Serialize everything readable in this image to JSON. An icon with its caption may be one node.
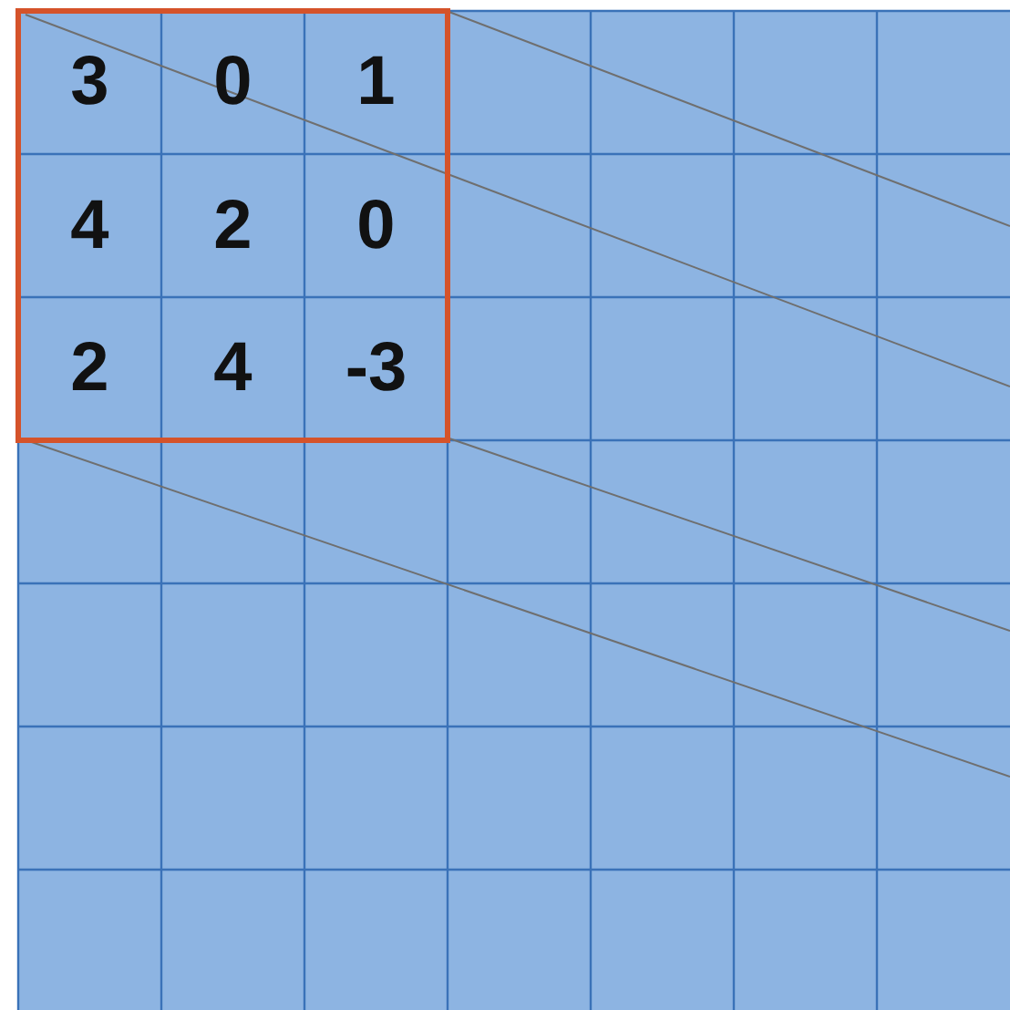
{
  "diagram": {
    "labels": [
      "3",
      "0",
      "1",
      "4",
      "2",
      "0",
      "2",
      "4",
      "-3"
    ]
  }
}
